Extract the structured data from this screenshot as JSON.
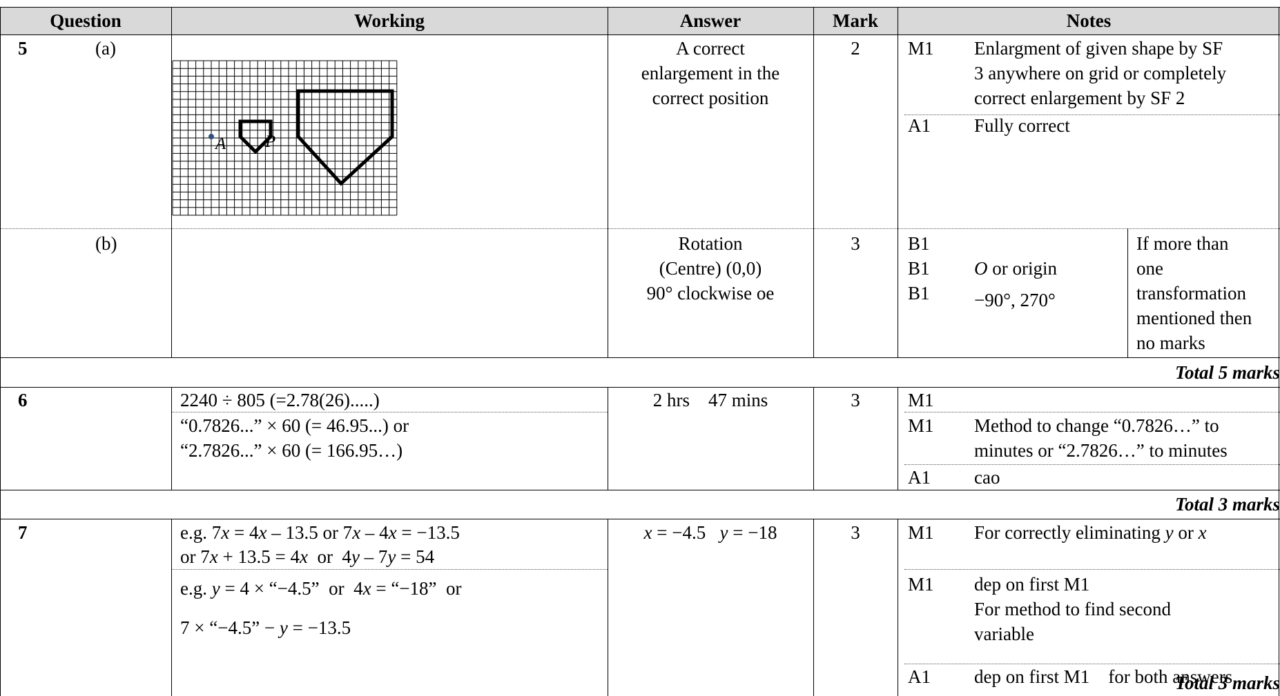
{
  "header": {
    "question": "Question",
    "working": "Working",
    "answer": "Answer",
    "mark": "Mark",
    "notes": "Notes"
  },
  "q5": {
    "number": "5",
    "part_a": {
      "label": "(a)",
      "answer": [
        "A correct",
        "enlargement in the",
        "correct position"
      ],
      "mark": "2",
      "notes": [
        {
          "code": "M1",
          "lines": [
            "Enlargment of given shape by SF",
            "3 anywhere on grid or completely",
            "correct enlargement by SF 2"
          ]
        },
        {
          "code": "A1",
          "lines": [
            "Fully correct"
          ]
        }
      ],
      "diagram": {
        "point_a": "A",
        "point_p": "P"
      }
    },
    "part_b": {
      "label": "(b)",
      "answer": [
        "Rotation",
        "(Centre) (0,0)",
        "90° clockwise oe"
      ],
      "mark": "3",
      "codes": [
        "B1",
        "B1",
        "B1"
      ],
      "alt1_italic": "O",
      "alt1_rest": " or origin",
      "alt2": "−90°, 270°",
      "side_note": [
        "If more than",
        "one",
        "transformation",
        "mentioned then",
        "no marks"
      ]
    },
    "total": "Total 5 marks"
  },
  "q6": {
    "number": "6",
    "working1": "2240 ÷ 805 (=2.78(26).....)",
    "working2": [
      "“0.7826...” × 60 (= 46.95...) or",
      "“2.7826...” × 60 (= 166.95…)"
    ],
    "answer": "2 hrs    47 mins",
    "mark": "3",
    "notes": [
      {
        "code": "M1",
        "lines": [
          ""
        ]
      },
      {
        "code": "M1",
        "lines": [
          "Method to change “0.7826…” to",
          "minutes or “2.7826…” to minutes"
        ]
      },
      {
        "code": "A1",
        "lines": [
          "cao"
        ]
      }
    ],
    "total": "Total 3 marks"
  },
  "q7": {
    "number": "7",
    "working1_line1": {
      "pre": "e.g. 7",
      "v1": "x",
      "mid1": " = 4",
      "v2": "x",
      "mid2": " – 13.5 or 7",
      "v3": "x",
      "mid3": " – 4",
      "v4": "x",
      "end": " = −13.5"
    },
    "working1_line2": {
      "pre": "or 7",
      "v1": "x",
      "mid1": " + 13.5 = 4",
      "v2": "x",
      "mid2": "  or  4",
      "v3": "y",
      "mid3": " – 7",
      "v4": "y",
      "end": " = 54"
    },
    "working2_line1": {
      "pre": "e.g. ",
      "v1": "y",
      "mid1": " = 4 × “−4.5”  or  4",
      "v2": "x",
      "end": " = “−18”  or"
    },
    "working2_line2": {
      "pre": "7 × “−4.5” − ",
      "v1": "y",
      "end": " = −13.5"
    },
    "answer": {
      "v1": "x",
      "p1": " = −4.5   ",
      "v2": "y",
      "p2": " = −18"
    },
    "mark": "3",
    "m1a": {
      "code": "M1",
      "pre": "For correctly eliminating ",
      "v1": "y",
      "mid": " or ",
      "v2": "x"
    },
    "m1b": {
      "code": "M1",
      "lines": [
        "dep on first M1",
        "For method to find second",
        "variable"
      ]
    },
    "a1": {
      "code": "A1",
      "text": "dep on first M1    for both answers"
    },
    "total": "Total 3 marks"
  }
}
